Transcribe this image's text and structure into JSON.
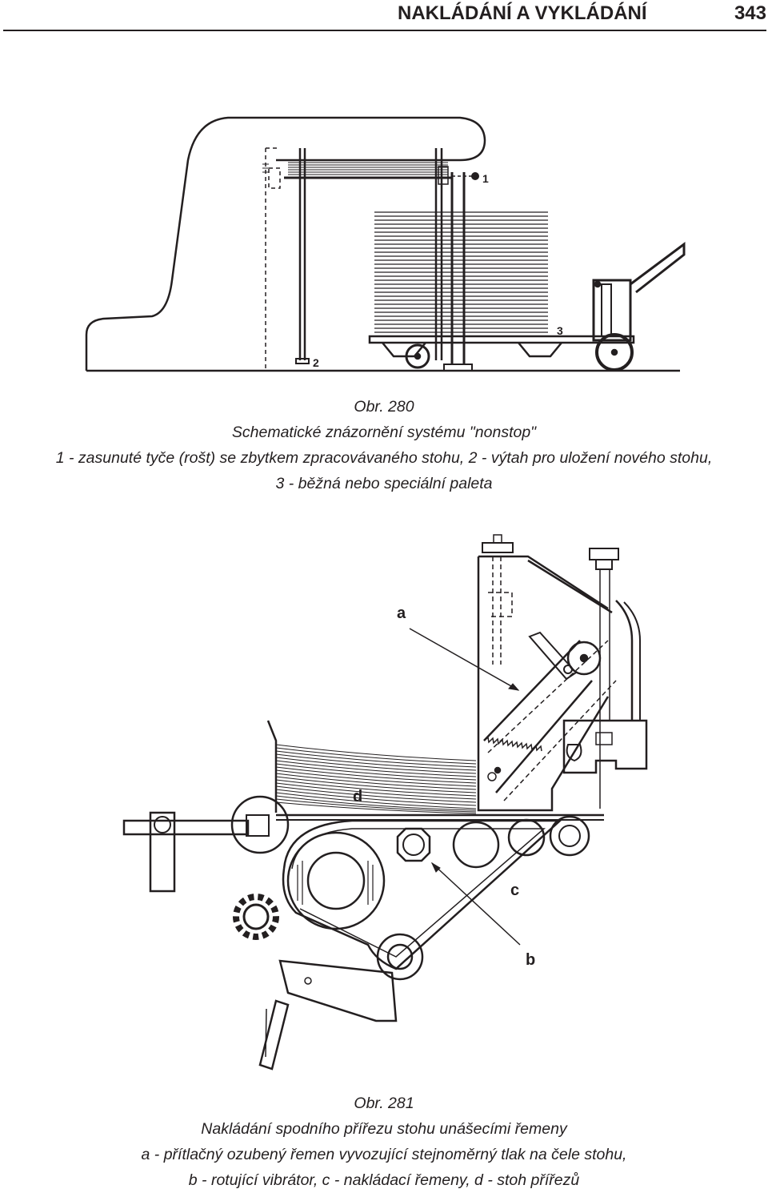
{
  "header": {
    "title": "NAKLÁDÁNÍ A VYKLÁDÁNÍ",
    "page_number": "343"
  },
  "figure_280": {
    "number": "Obr. 280",
    "title": "Schematické znázornění systému \"nonstop\"",
    "legend_line1": "1 - zasunuté tyče (rošt) se zbytkem zpracovávaného stohu, 2 - výtah pro uložení nového stohu,",
    "legend_line2": "3 - běžná nebo speciální paleta",
    "callouts": [
      "1",
      "2",
      "3"
    ]
  },
  "figure_281": {
    "number": "Obr. 281",
    "title": "Nakládání spodního přířezu stohu unášecími řemeny",
    "legend_line1": "a - přítlačný ozubený řemen vyvozující stejnoměrný tlak na čele stohu,",
    "legend_line2": "b - rotující vibrátor, c - nakládací řemeny, d - stoh přířezů",
    "callouts": [
      "a",
      "b",
      "c",
      "d"
    ]
  }
}
